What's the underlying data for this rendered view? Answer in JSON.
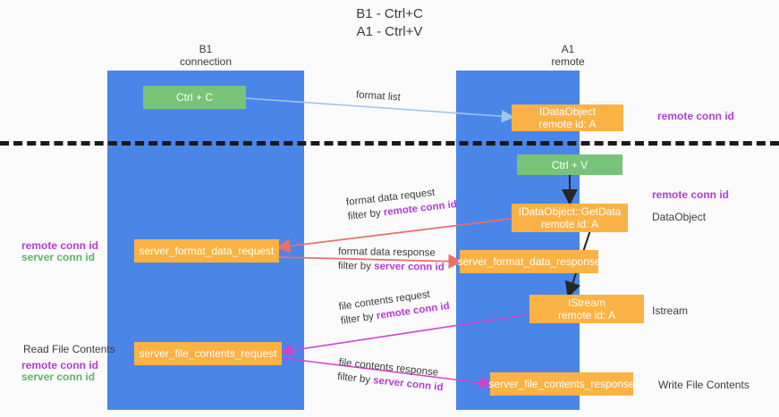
{
  "title": "B1 - Ctrl+C\nA1 - Ctrl+V",
  "columns": [
    {
      "name": "left-column",
      "heading": "B1\nconnection"
    },
    {
      "name": "right-column",
      "heading": "A1\nremote"
    }
  ],
  "nodes": [
    {
      "id": "ctrl-c",
      "label": "Ctrl + C",
      "sub": "",
      "color": "#77c378"
    },
    {
      "id": "idataobject",
      "label": "IDataObject",
      "sub": "remote id: A",
      "color": "#fbb244"
    },
    {
      "id": "ctrl-v",
      "label": "Ctrl + V",
      "sub": "",
      "color": "#77c378"
    },
    {
      "id": "idataobject-getdata",
      "label": "IDataObject::GetData",
      "sub": "remote id: A",
      "color": "#fbb244"
    },
    {
      "id": "server-format-data-request",
      "label": "server_format_data_request",
      "sub": "",
      "color": "#fbb244"
    },
    {
      "id": "server-format-data-response",
      "label": "server_format_data_response",
      "sub": "",
      "color": "#fbb244"
    },
    {
      "id": "istream",
      "label": "IStream",
      "sub": "remote id: A",
      "color": "#fbb244"
    },
    {
      "id": "server-file-contents-request",
      "label": "server_file_contents_request",
      "sub": "",
      "color": "#fbb244"
    },
    {
      "id": "server-file-contents-response",
      "label": "server_file_contents_response",
      "sub": "",
      "color": "#fbb244"
    }
  ],
  "edge_labels": {
    "format_list": "format list",
    "format_data_request": "format data request",
    "format_data_request_filter_prefix": "filter by ",
    "format_data_request_filter_key": "remote conn id",
    "format_data_response": "format data response",
    "format_data_response_filter_prefix": "filter by ",
    "format_data_response_filter_key": "server conn id",
    "file_contents_request": "file contents request",
    "file_contents_request_filter_prefix": "filter by ",
    "file_contents_request_filter_key": "remote conn id",
    "file_contents_response": "file contents response",
    "file_contents_response_filter_prefix": "filter by ",
    "file_contents_response_filter_key": "server conn id"
  },
  "annotations": {
    "right_remote_conn_id_top": "remote conn id",
    "right_remote_conn_id_mid": "remote conn id",
    "right_dataobject": "DataObject",
    "right_istream": "Istream",
    "right_write_file_contents": "Write File Contents",
    "left_remote_conn_id": "remote conn id",
    "left_server_conn_id": "server conn id",
    "left_read_file_contents": "Read File Contents",
    "left_remote_conn_id_2": "remote conn id",
    "left_server_conn_id_2": "server conn id"
  },
  "colors": {
    "band": "#4a86e8",
    "green_node": "#77c378",
    "orange_node": "#fbb244",
    "remote_key": "#b23fd0",
    "server_key_green": "#60b36a",
    "divider": "#1a1a1a",
    "wire_blue": "#9fc5f0",
    "wire_red": "#e8706a",
    "wire_magenta": "#cc44cc",
    "wire_black": "#1a1a1a"
  }
}
